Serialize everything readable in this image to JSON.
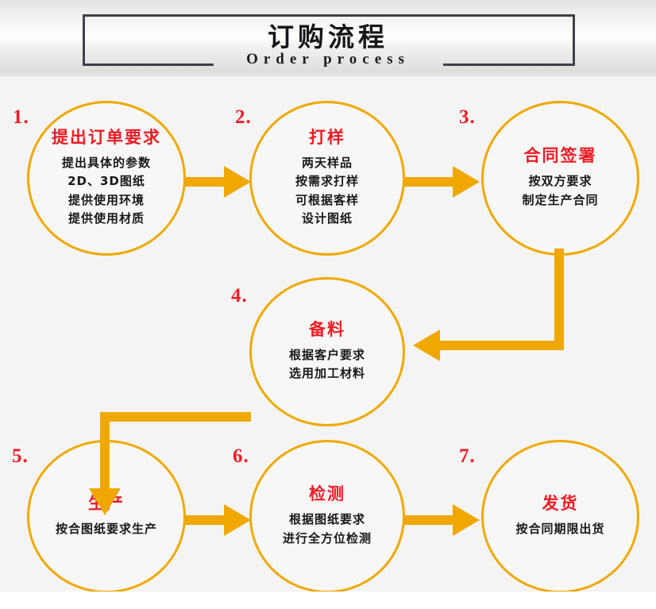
{
  "header": {
    "title": "订购流程",
    "subtitle": "Order process"
  },
  "colors": {
    "accent": "#f0a800",
    "title_red": "#ec1c24",
    "body_text": "#17181a",
    "frame": "#3e4146",
    "canvas_bg": "#f4f4f4"
  },
  "flow": {
    "nodes": [
      {
        "index": "1.",
        "title": "提出订单要求",
        "lines": [
          "提出具体的参数",
          "2D、3D图纸",
          "提供使用环境",
          "提供使用材质"
        ]
      },
      {
        "index": "2.",
        "title": "打样",
        "lines": [
          "两天样品",
          "按需求打样",
          "可根据客样",
          "设计图纸"
        ]
      },
      {
        "index": "3.",
        "title": "合同签署",
        "lines": [
          "按双方要求",
          "制定生产合同"
        ]
      },
      {
        "index": "4.",
        "title": "备料",
        "lines": [
          "根据客户要求",
          "选用加工材料"
        ]
      },
      {
        "index": "5.",
        "title": "生产",
        "lines": [
          "按合图纸要求生产"
        ]
      },
      {
        "index": "6.",
        "title": "检测",
        "lines": [
          "根据图纸要求",
          "进行全方位检测"
        ]
      },
      {
        "index": "7.",
        "title": "发货",
        "lines": [
          "按合同期限出货"
        ]
      }
    ],
    "connectors": [
      {
        "name": "arrow-1-to-2",
        "from": "1",
        "to": "2",
        "direction": "right"
      },
      {
        "name": "arrow-2-to-3",
        "from": "2",
        "to": "3",
        "direction": "right"
      },
      {
        "name": "arrow-3-to-4",
        "from": "3",
        "to": "4",
        "direction": "down-then-left"
      },
      {
        "name": "arrow-4-to-5",
        "from": "4",
        "to": "5",
        "direction": "left-then-down"
      },
      {
        "name": "arrow-5-to-6",
        "from": "5",
        "to": "6",
        "direction": "right"
      },
      {
        "name": "arrow-6-to-7",
        "from": "6",
        "to": "7",
        "direction": "right"
      }
    ]
  }
}
